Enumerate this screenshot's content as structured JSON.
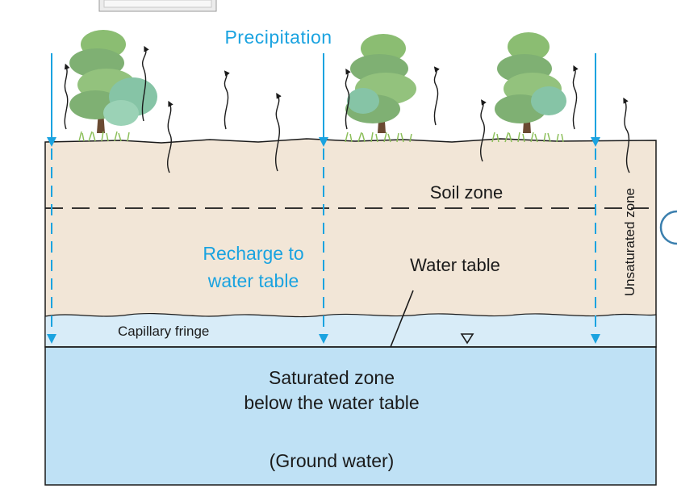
{
  "labels": {
    "precipitation": "Precipitation",
    "soil_zone": "Soil zone",
    "recharge_line1": "Recharge to",
    "recharge_line2": "water table",
    "water_table": "Water table",
    "capillary_fringe": "Capillary fringe",
    "unsaturated_zone": "Unsaturated zone",
    "saturated_line1": "Saturated zone",
    "saturated_line2": "below the water table",
    "ground_water": "(Ground water)"
  },
  "colors": {
    "soil": "#f2e6d7",
    "capillary": "#d8ecf8",
    "saturated": "#bfe1f5",
    "precipitation_arrow": "#1aa3e0",
    "tree_dark": "#7fb073",
    "tree_light": "#a9cf8e",
    "shrub": "#86c4a6"
  }
}
